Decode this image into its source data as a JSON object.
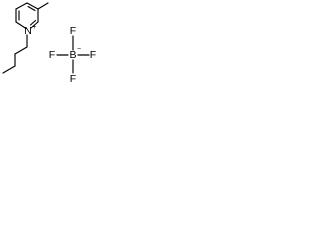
{
  "cation": {
    "ring_atom": "N",
    "ring_charge": "+"
  },
  "anion": {
    "central_atom": "B",
    "central_charge": "−",
    "ligands": [
      "F",
      "F",
      "F",
      "F"
    ]
  }
}
